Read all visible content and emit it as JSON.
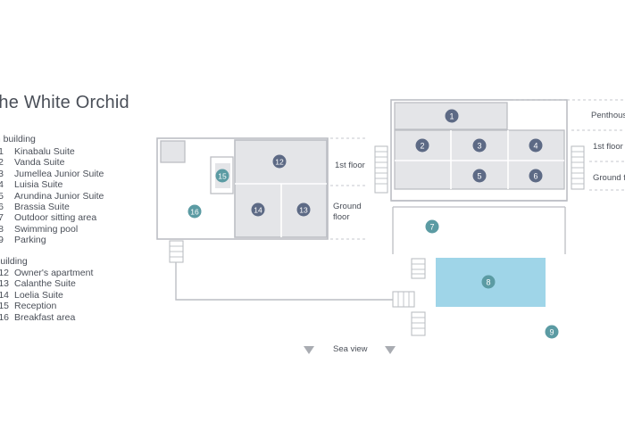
{
  "title": "The White Orchid",
  "legend": {
    "main_heading": "Main building",
    "main_items": [
      {
        "num": "1",
        "label": "Kinabalu Suite"
      },
      {
        "num": "2",
        "label": "Vanda Suite"
      },
      {
        "num": "3",
        "label": "Jumellea Junior Suite"
      },
      {
        "num": "4",
        "label": "Luisia Suite"
      },
      {
        "num": "5",
        "label": "Arundina Junior Suite"
      },
      {
        "num": "6",
        "label": "Brassia Suite"
      },
      {
        "num": "7",
        "label": "Outdoor sitting area"
      },
      {
        "num": "8",
        "label": "Swimming pool"
      },
      {
        "num": "9",
        "label": "Parking"
      }
    ],
    "second_heading": "Second building",
    "second_items": [
      {
        "num": "12",
        "label": "Owner's apartment"
      },
      {
        "num": "13",
        "label": "Calanthe Suite"
      },
      {
        "num": "14",
        "label": "Loelia Suite"
      },
      {
        "num": "15",
        "label": "Reception"
      },
      {
        "num": "16",
        "label": "Breakfast area"
      }
    ]
  },
  "floor_labels": {
    "first_floor": "1st floor",
    "ground_floor": "Ground floor",
    "penthouse": "Penthouse",
    "main_first_floor": "1st floor",
    "main_ground_floor": "Ground floor"
  },
  "sea_view": "Sea view",
  "markers": {
    "m1": "1",
    "m2": "2",
    "m3": "3",
    "m4": "4",
    "m5": "5",
    "m6": "6",
    "m7": "7",
    "m8": "8",
    "m9": "9",
    "m12": "12",
    "m13": "13",
    "m14": "14",
    "m15": "15",
    "m16": "16"
  },
  "colors": {
    "room_fill": "#e4e5e8",
    "wall": "#bcbec4",
    "suite_marker": "#5d6a85",
    "outdoor_marker": "#5b9ba3",
    "pool": "#9fd5e8",
    "text": "#4a4f58"
  }
}
